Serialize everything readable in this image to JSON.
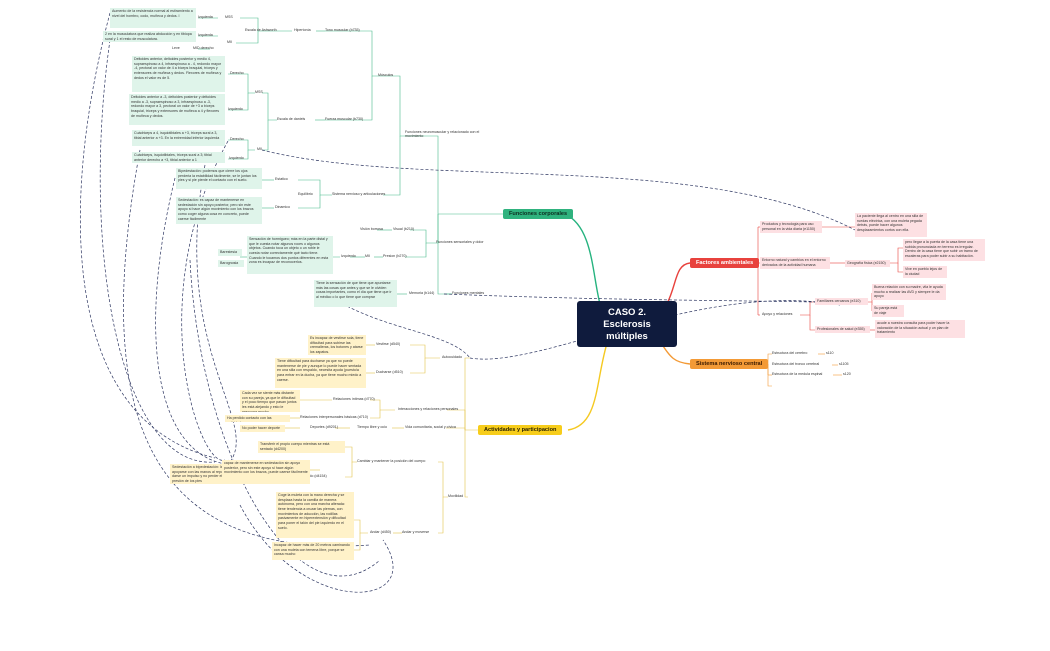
{
  "central": "CASO 2. Esclerosis múltiples",
  "branches": {
    "funciones": "Funciones corporales",
    "factores": "Factores ambientales",
    "sistema": "Sistema nervioso central",
    "actividades": "Actividades y participacion"
  },
  "fc": {
    "musculares": "Funciones neuromuscular y relacionado con el movimiento",
    "musculos": "Músculos",
    "tono": "Tono muscular (b735)",
    "hipertonia": "Hipertonía",
    "ashworth": "Escala de Ashworth",
    "mss": "MSS",
    "mii": "MII",
    "izq1": "Izquierda",
    "izq2": "Izquierda",
    "leve": "Leve",
    "mid_derecho": "MID derecho",
    "mss_text": "Aumento de la resistencia normal al estiramiento a nivel del hombro, codo, muñeca y dedos. I",
    "mii_text": "2 en la musculatura que realiza abducción y en tibiopa sural y 1 el resto de musculatura.",
    "fuerza": "Fuerza muscular (b730)",
    "daniels": "Escala de daniels",
    "mss2": "MSS",
    "mii2": "MII",
    "derecho1": "Derecho",
    "izquierdo1": "Izquierdo",
    "derecho2": "Derecho",
    "izquierdo2": "Izquierdo",
    "daniels_der": "Deltoides anterior, deltoides posterior y medio 4, supraespinoso a 4, infraespinoso a - 4, redondo mayor -4, pectoral un valor de 4 a bíceps braquial, tríceps y extensores de muñeca y dedos. Flexores de muñeca y dedos el valor es de 5.",
    "daniels_izq": "Deltoides anterior a -3, deltoides posterior y deltoides medio a -3, supraespinoso a 3, infraespinoso a -3, redondo mayor a 3, pectoral un valor de +3 a bíceps braquial, tríceps y extensores de muñeca a 4 y flexores de muñeca y dedos.",
    "mii_der": "Cuádriceps a 4, isquiotibiales a +3, tríceps sural a 3, tibial anterior a +3. En la extremidad inferior izquierda",
    "mii_izq": "Cuádriceps, isquiotibiales, tríceps sural a 3; tibial anterior derecho a +3, tibial anterior a 1",
    "sistema_art": "Sistema nervioso y articulaciones",
    "equilibrio": "Equilibrio",
    "estatico": "Estatico",
    "dinamico": "Dinamico",
    "estatico_text": "Bipedestación: podemos que cierre los ojos perderia la estabilidad fácilmente, se le juntan los pies y si pie pierde el contacto con el suelo.",
    "dinamico_text": "Sedestación: es capaz de mantenerse en sedestación sin apoyo posterior, pero sin este apoyo si hace algún movimiento con los brazos como coger alguna cosa en concreto, puede caerse fácilmente",
    "sensoriales": "Funciones sensoriales y dolor",
    "visual": "Visual (b210)",
    "vision_borrosa": "Visión borrosa",
    "presion": "Presion (b270)",
    "mii3": "MII",
    "izquierdo3": "Izquierdo",
    "hormigueo": "Sensación de hormigueo; más en la parte distal y que le cuesta notar algunos roces o algunos objetos. Cuando toca un objeto o un roble le cuesta notar correctamente qué tacto tiene. Cuando le tocamos dos puntos diferentes en esta zona es incapaz de reconocerlos.",
    "barestesia": "Barestesia",
    "barognosia": "Barognosia",
    "mentales": "Funciones mentales",
    "memoria": "Memoria (b144)",
    "memoria_text": "Tiene la sensación de que tiene que apuntarse más las cosas que antes y que se le olviden cosas importantes, como el día que tiene que ir al médico o lo que tiene que comprar"
  },
  "fa": {
    "productos": "Productos y tecnología para uso personal en la vida diaria (e1150)",
    "productos_text": "La paciente llega al centro en una silla de ruedas eléctrica, con una muleta pegada detrás, puede hacer algunos desplazamientos cortos con ella.",
    "entorno": "Entorno natural y cambios en el entorno derivados de la actividad humana",
    "geografia": "Geografía física (e2150)",
    "geografia_text1": "pero llegar a la puerta de la casa tiene una subida pronunciada en terreno es irregular. Dentro de la casa tiene que subir un tramo de escaleras para poder subir a su habitación.",
    "geografia_text2": "Vive en pueblo lejos de la ciudad",
    "apoyo": "Apoyo y relaciones",
    "familiares": "Familiares cercanos (e310)",
    "familiares_text1": "Buena relación con su madre, vila le ayuda mucho a realizar las AVD y siempre le da apoyo",
    "familiares_text2": "Su pareja está de viaje",
    "profesionales": "Profesionales de salud (e355)",
    "profesionales_text": "acude a nuestra consulta para poder hacer la valoración de la situación actual y un plan de tratamiento"
  },
  "snc": {
    "cerebro": "Estructura del cerebro",
    "cerebro_code": "s110",
    "tronco": "Estructura del tronco cerebral",
    "tronco_code": "s1105",
    "medula": "Estructura de la medula espinal",
    "medula_code": "s120"
  },
  "ap": {
    "autocuidado": "Autocuidado",
    "vestirse": "Vestirse (d540)",
    "vestirse_text": "Es incapaz de vestirse sola, tiene dificultad para subirse las cremalleras, los botones y atarse los zapatos.",
    "ducharse": "Ducharse (d510)",
    "ducharse_text": "Tiene dificultad para ducharse ya que no puede mantenerse de pie y aunque lo puede hacer sentada en una silla con respaldo, necesita ayuda (puesto/a para entrar en la ducha, ya que tiene mucho miedo a caerse.",
    "interpersonales": "Interacciones y relaciones personales",
    "intimas": "Relaciones íntimas (d770)",
    "intimas_text": "Cada vez se siente más distante con su pareja, ya que le dificultad y el poco tiempo que pasan juntos les está alejando y esto le preocupa mucho",
    "basicas": "Relaciones interpersonales básicas (d710)",
    "basicas_text": "Ha perdido contacto con las actividades",
    "comunitaria": "Vida comunitaria, social y cívica",
    "tiempo_libre": "Tiempo libre y ocio",
    "deportes": "Deportes (d9201)",
    "deportes_text": "No poder hacer deporte",
    "movilidad": "Movilidad",
    "cambiar": "Cambiar y mantener la posición del cuerpo",
    "transferir": "Transferir el propio cuerpo mientras se está sentado (d4200)",
    "sedestacion_text": "Sedestación a bipedestación: la paciente necesita apoyarse con las manos al reposabrazos para darse un impulso y no perder el contacto ni la presión de los pies",
    "permanecer": "Permanecer sentado (d4154)",
    "permanecer_text": "capaz de mantenerse en sedestación sin apoyo posterior, pero sin este apoyo si hace algún movimiento con los brazos, puede caerse fácilmente",
    "andar_mover": "Andar y moverse",
    "andar": "Andar (d450)",
    "andar_text1": "Coge la muleta con la mano derecha y se desplaza hasta la camilla de manera autónoma, pero con una marcha alterada: tiene tendencia a cruzar las piernas, con movimientos de aducción, las rodillas pasivamente en hiperextensión y dificultad para poner el talón del pie izquierdo en el suelo.",
    "andar_text2": "Incapaz de hacer más de 20 metros caminando con una muleta con temena líbre, porque se cansa mucho"
  }
}
